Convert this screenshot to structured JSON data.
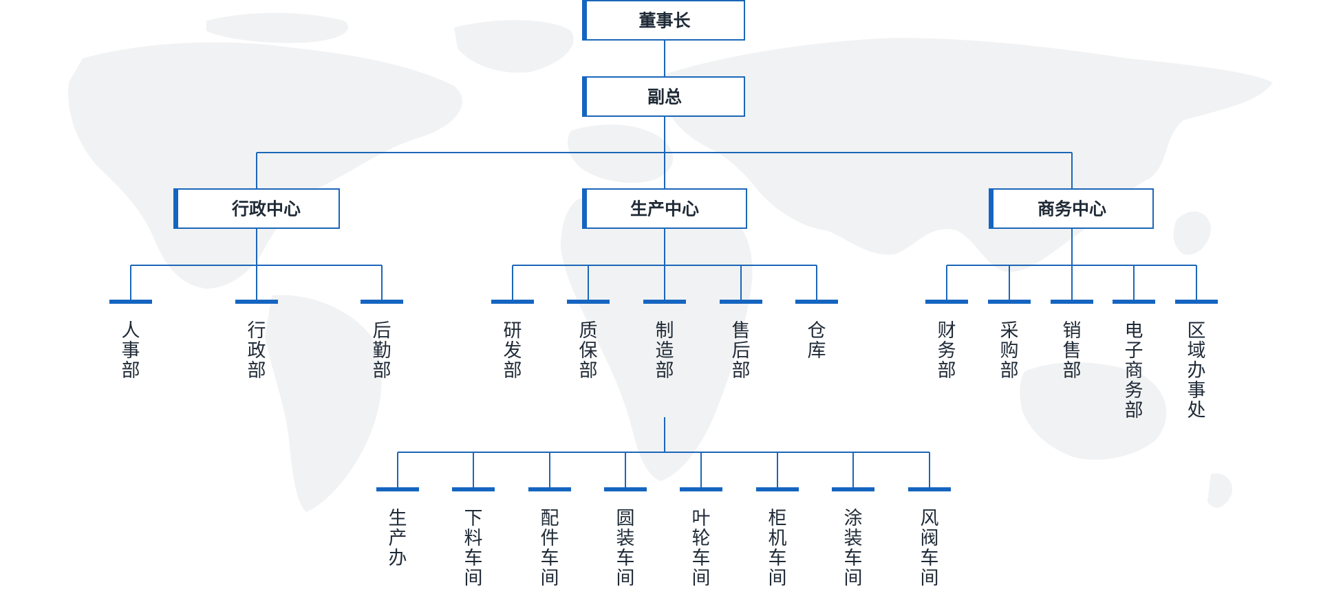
{
  "colors": {
    "line": "#1a66b8",
    "accent": "#1565c0",
    "text": "#1f2a36",
    "map": "#f1f2f3"
  },
  "org": {
    "chairman": "董事长",
    "vp": "副总",
    "centers": [
      {
        "label": "行政中心",
        "departments": [
          "人事部",
          "行政部",
          "后勤部"
        ]
      },
      {
        "label": "生产中心",
        "departments": [
          "研发部",
          "质保部",
          "制造部",
          "售后部",
          "仓库"
        ]
      },
      {
        "label": "商务中心",
        "departments": [
          "财务部",
          "采购部",
          "销售部",
          "电子商务部",
          "区域办事处"
        ]
      }
    ],
    "workshops_parent": "制造部",
    "workshops": [
      "生产办",
      "下料车间",
      "配件车间",
      "圆装车间",
      "叶轮车间",
      "柜机车间",
      "涂装车间",
      "风阀车间"
    ]
  }
}
